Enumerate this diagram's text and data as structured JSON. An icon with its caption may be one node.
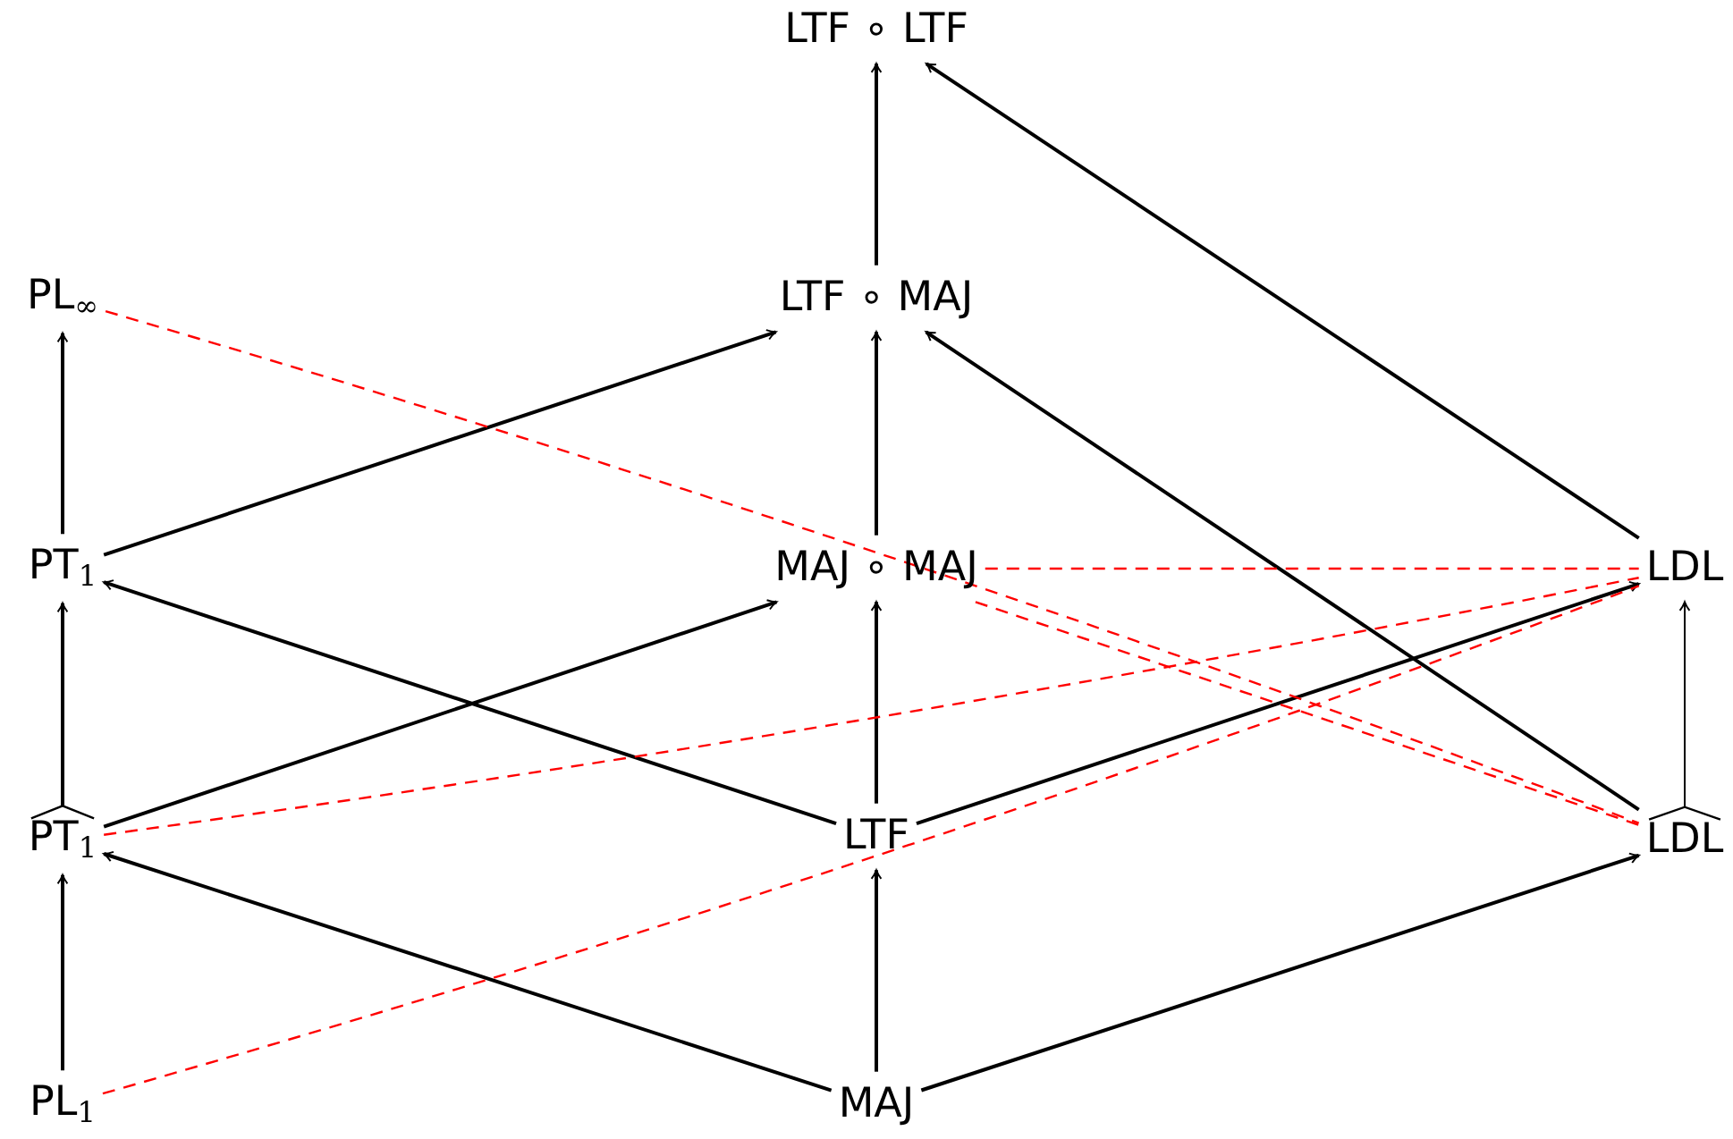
{
  "diagram": {
    "nodes": [
      {
        "text": [
          "LTF ∘ LTF"
        ]
      },
      {
        "text": [
          "PL$_{∞}$"
        ]
      },
      {
        "text": [
          "LTF ∘ MAJ"
        ]
      },
      {
        "text": [
          "PT$_{1}$"
        ]
      },
      {
        "text": [
          "MAJ ∘ MAJ"
        ]
      },
      {
        "text": [
          "LDL"
        ]
      },
      {
        "text": [
          "PT$_{1}$"
        ]
      },
      {
        "text": [
          "LTF"
        ]
      },
      {
        "text": [
          "LDL"
        ]
      },
      {
        "text": [
          "PL$_{1}$"
        ]
      },
      {
        "text": [
          "MAJ"
        ]
      }
    ],
    "edges": [
      {
        "from": 2,
        "to": 0,
        "arrow": "to"
      },
      {
        "from": 5,
        "to": 0,
        "arrow": "to"
      },
      {
        "from": 3,
        "to": 1,
        "arrow": "to"
      },
      {
        "from": 3,
        "to": 2,
        "arrow": "to"
      },
      {
        "from": 4,
        "to": 2,
        "arrow": "to"
      },
      {
        "from": 8,
        "to": 2,
        "arrow": "to"
      },
      {
        "from": 6,
        "to": 3,
        "arrow": "to"
      },
      {
        "from": 7,
        "to": 3,
        "arrow": "to"
      },
      {
        "from": 6,
        "to": 4,
        "arrow": "to"
      },
      {
        "from": 7,
        "to": 4,
        "arrow": "to"
      },
      {
        "from": 7,
        "to": 5,
        "arrow": "to"
      },
      {
        "from": 8,
        "to": 5,
        "arrow": "to"
      },
      {
        "from": 9,
        "to": 6,
        "arrow": "to"
      },
      {
        "from": 10,
        "to": 6,
        "arrow": "to"
      },
      {
        "from": 10,
        "to": 7,
        "arrow": "to"
      },
      {
        "from": 10,
        "to": 8,
        "arrow": "to"
      },
      {
        "from": 1,
        "to": 8,
        "arrow": "none",
        "style": "dashed",
        "color": "#ff0000"
      },
      {
        "from": 4,
        "to": 5,
        "arrow": "none",
        "style": "dashed",
        "color": "#ff0000"
      },
      {
        "from": 4,
        "to": 8,
        "arrow": "none",
        "style": "dashed",
        "color": "#ff0000"
      },
      {
        "from": 6,
        "to": 5,
        "arrow": "none",
        "style": "dashed",
        "color": "#ff0000"
      },
      {
        "from": 9,
        "to": 5,
        "arrow": "none",
        "style": "dashed",
        "color": "#ff0000"
      }
    ]
  }
}
